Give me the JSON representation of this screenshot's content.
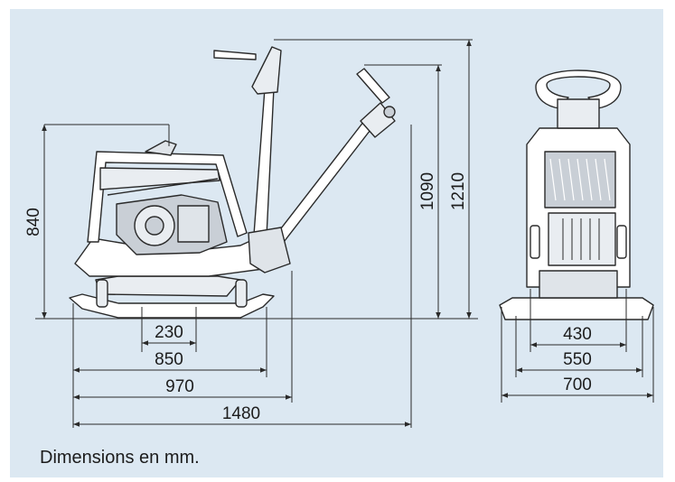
{
  "caption": "Dimensions en mm.",
  "dimensions": {
    "height_frame": "840",
    "height_handle_low": "1090",
    "height_handle_high": "1210",
    "width_230": "230",
    "width_850": "850",
    "width_970": "970",
    "length_1480": "1480",
    "front_430": "430",
    "front_550": "550",
    "front_700": "700"
  },
  "colors": {
    "background": "#dce8f2",
    "line": "#2a2a2a",
    "machine_fill": "#ffffff",
    "machine_shade": "#c9cfd6"
  }
}
